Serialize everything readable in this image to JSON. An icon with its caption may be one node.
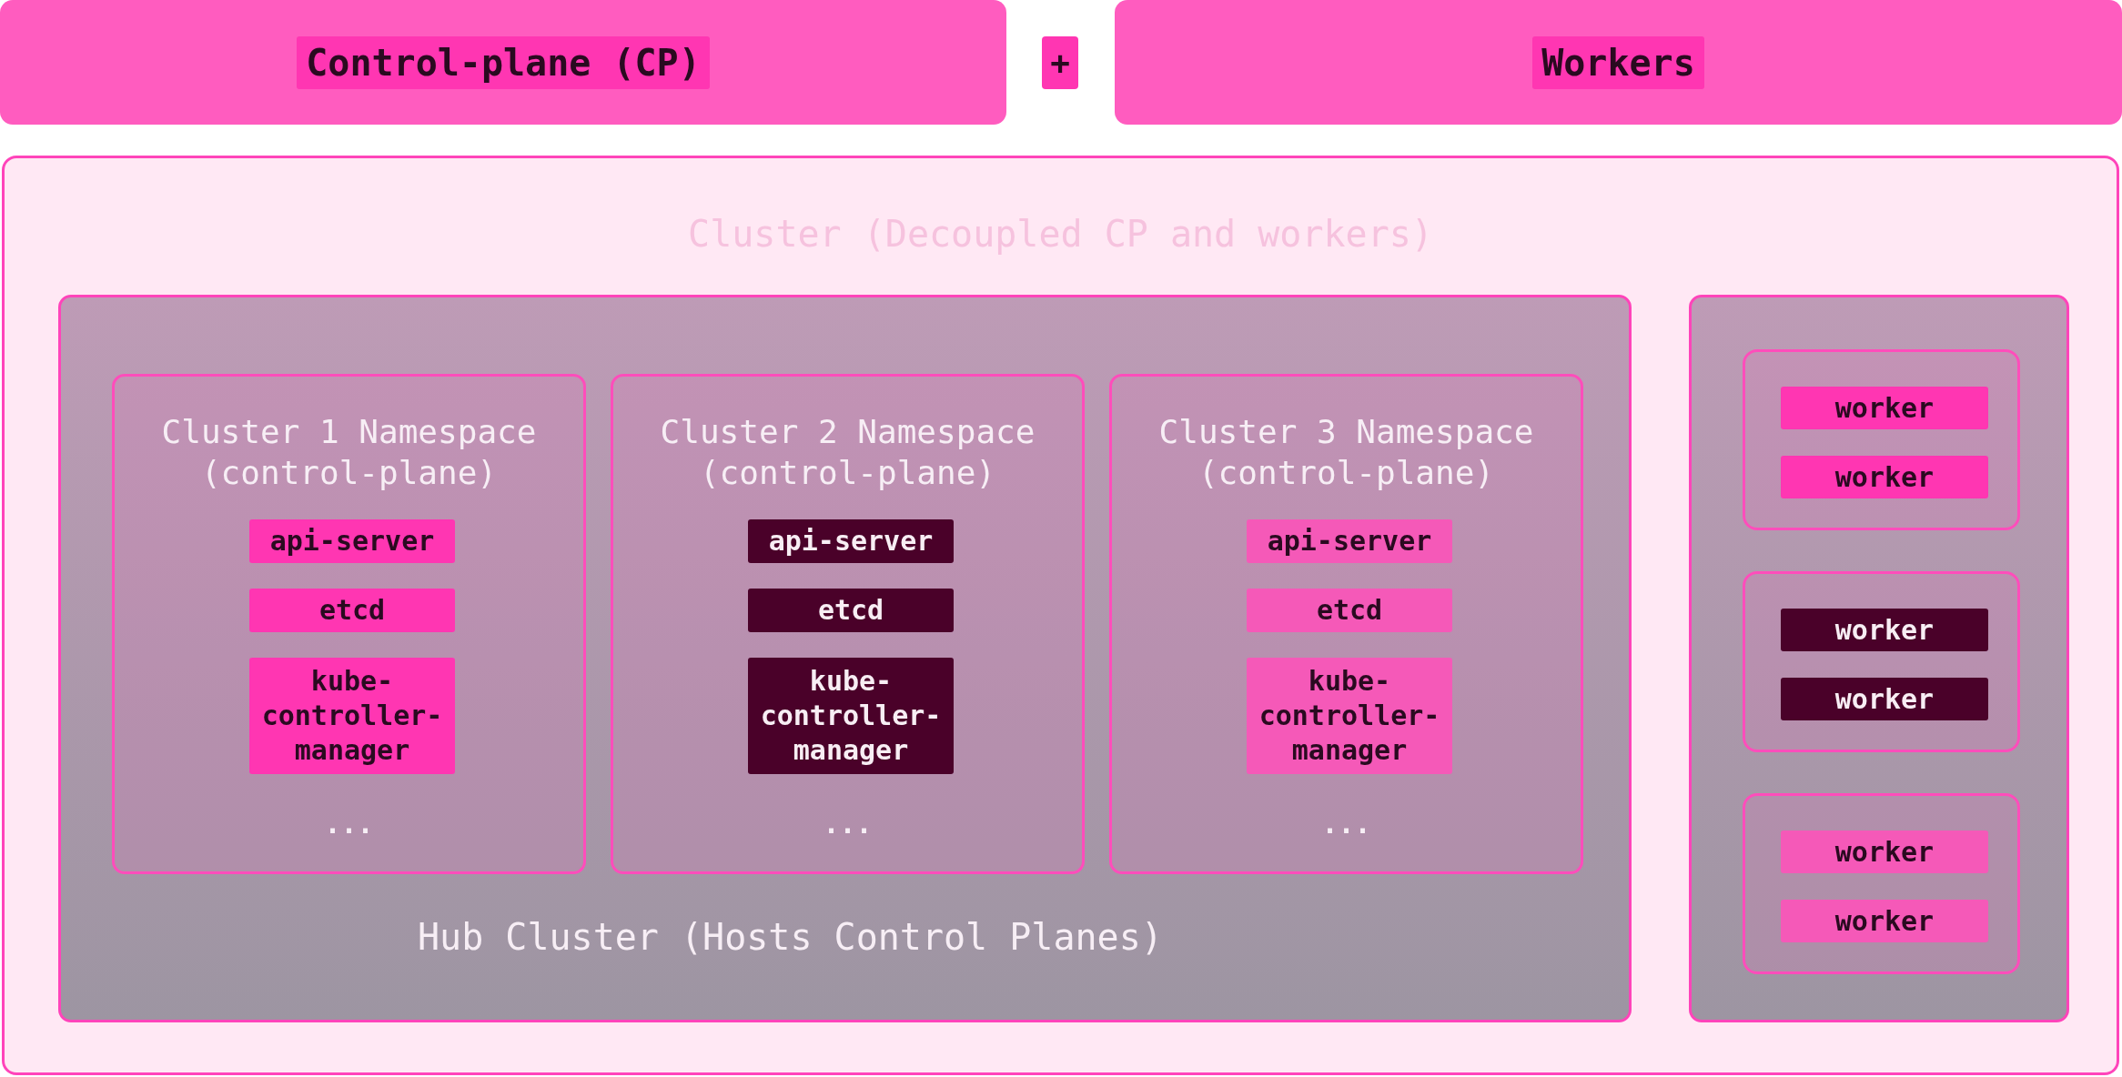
{
  "diagram": {
    "nodes": [
      {
        "text": [
          "Control-plane (CP)"
        ]
      },
      {
        "text": [
          "+"
        ]
      },
      {
        "text": [
          "Workers"
        ]
      },
      {
        "text": [
          "Cluster (Decoupled CP and workers)"
        ]
      },
      {
        "text": [
          "Hub Cluster (Hosts Control Planes)"
        ],
        "in": 3
      },
      {
        "text": [
          "Cluster 1 Namespace (control-plane)",
          "..."
        ],
        "in": 4
      },
      {
        "text": [
          "api-server"
        ],
        "in": 5
      },
      {
        "text": [
          "etcd"
        ],
        "in": 5
      },
      {
        "text": [
          "kube-controller-manager"
        ],
        "in": 5
      },
      {
        "text": [
          "Cluster 2 Namespace (control-plane)",
          "..."
        ],
        "in": 4
      },
      {
        "text": [
          "api-server"
        ],
        "in": 9
      },
      {
        "text": [
          "etcd"
        ],
        "in": 9
      },
      {
        "text": [
          "kube-controller-manager"
        ],
        "in": 9
      },
      {
        "text": [
          "Cluster 3 Namespace (control-plane)",
          "..."
        ],
        "in": 4
      },
      {
        "text": [
          "api-server"
        ],
        "in": 13
      },
      {
        "text": [
          "etcd"
        ],
        "in": 13
      },
      {
        "text": [
          "kube-controller-manager"
        ],
        "in": 13
      },
      {
        "text": [],
        "shape": "box",
        "in": 3
      },
      {
        "text": [],
        "shape": "box",
        "in": 17
      },
      {
        "text": [
          "worker"
        ],
        "in": 18
      },
      {
        "text": [
          "worker"
        ],
        "in": 18
      },
      {
        "text": [],
        "shape": "box",
        "in": 17
      },
      {
        "text": [
          "worker"
        ],
        "in": 21
      },
      {
        "text": [
          "worker"
        ],
        "in": 21
      },
      {
        "text": [],
        "shape": "box",
        "in": 17
      },
      {
        "text": [
          "worker"
        ],
        "in": 24
      },
      {
        "text": [
          "worker"
        ],
        "in": 24
      }
    ],
    "edges": []
  }
}
